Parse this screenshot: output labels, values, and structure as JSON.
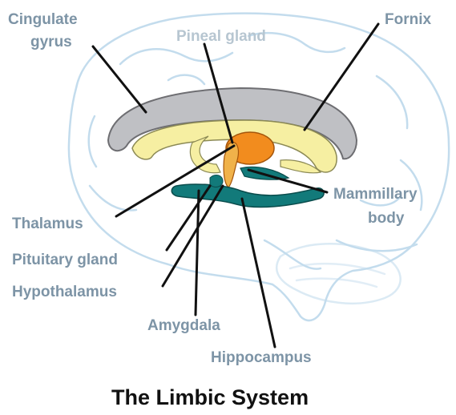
{
  "diagram": {
    "title": "The Limbic System",
    "labels": {
      "cingulate_gyrus_line1": "Cingulate",
      "cingulate_gyrus_line2": "gyrus",
      "pineal_gland": "Pineal gland",
      "fornix": "Fornix",
      "thalamus": "Thalamus",
      "mammillary_line1": "Mammillary",
      "mammillary_line2": "body",
      "pituitary_gland": "Pituitary gland",
      "hypothalamus": "Hypothalamus",
      "amygdala": "Amygdala",
      "hippocampus": "Hippocampus"
    },
    "colors": {
      "label_text": "#7d94a6",
      "leader_line": "#111111",
      "brain_outline": "#c3dced",
      "cingulate_gyrus": "#bfc0c4",
      "fornix_corpus": "#f6efa2",
      "thalamus": "#f28c1e",
      "hippocampus_amygdala": "#127a7a",
      "title_text": "#111111"
    }
  }
}
